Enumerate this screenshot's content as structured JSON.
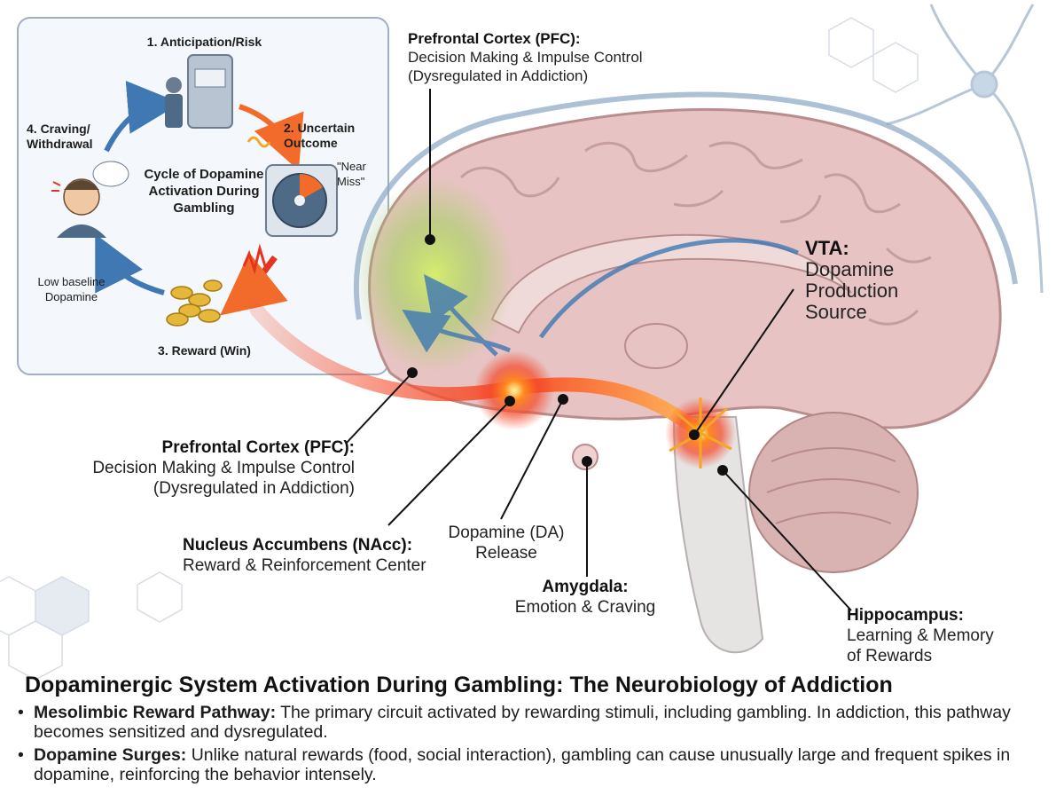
{
  "diagram": {
    "cycle": {
      "center_title": [
        "Cycle of",
        "Dopamine",
        "Activation",
        "During Gambling"
      ],
      "step1": "1. Anticipation/Risk",
      "step2": [
        "2. Uncertain",
        "Outcome"
      ],
      "near_miss": [
        "\"Near",
        "Miss\""
      ],
      "step3": "3. Reward (Win)",
      "step4": [
        "4. Craving/",
        "Withdrawal"
      ],
      "low_baseline": [
        "Low baseline",
        "Dopamine"
      ]
    },
    "labels": {
      "pfc_top": {
        "title": "Prefrontal Cortex (PFC):",
        "lines": [
          "Decision Making & Impulse Control",
          "(Dysregulated in Addiction)"
        ]
      },
      "pfc_left": {
        "title": "Prefrontal Cortex (PFC):",
        "lines": [
          "Decision Making & Impulse Control",
          "(Dysregulated in Addiction)"
        ]
      },
      "vta": {
        "title": "VTA:",
        "lines": [
          "Dopamine",
          "Production",
          "Source"
        ]
      },
      "nacc": {
        "title": "Nucleus Accumbens (NAcc):",
        "lines": [
          "Reward & Reinforcement Center"
        ]
      },
      "da_release": {
        "lines": [
          "Dopamine (DA)",
          "Release"
        ]
      },
      "amygdala": {
        "title": "Amygdala:",
        "lines": [
          "Emotion & Craving"
        ]
      },
      "hippocampus": {
        "title": "Hippocampus:",
        "lines": [
          "Learning & Memory",
          "of Rewards"
        ]
      }
    },
    "colors": {
      "brain": "#e7c3c3",
      "cerebellum": "#d9b2b2",
      "pathway": "#f3472a",
      "arrow_blue": "#3f78b3",
      "highlight_green": "#9fd25a"
    }
  },
  "footer": {
    "title": "Dopaminergic System Activation During Gambling: The Neurobiology of Addiction",
    "bullets": [
      {
        "term": "Mesolimbic Reward Pathway:",
        "text": " The primary circuit activated by rewarding stimuli, including gambling. In addiction, this pathway becomes sensitized and dysregulated."
      },
      {
        "term": "Dopamine Surges:",
        "text": " Unlike natural rewards (food, social interaction), gambling can cause unusually large and frequent spikes in dopamine, reinforcing the behavior intensely."
      }
    ]
  }
}
